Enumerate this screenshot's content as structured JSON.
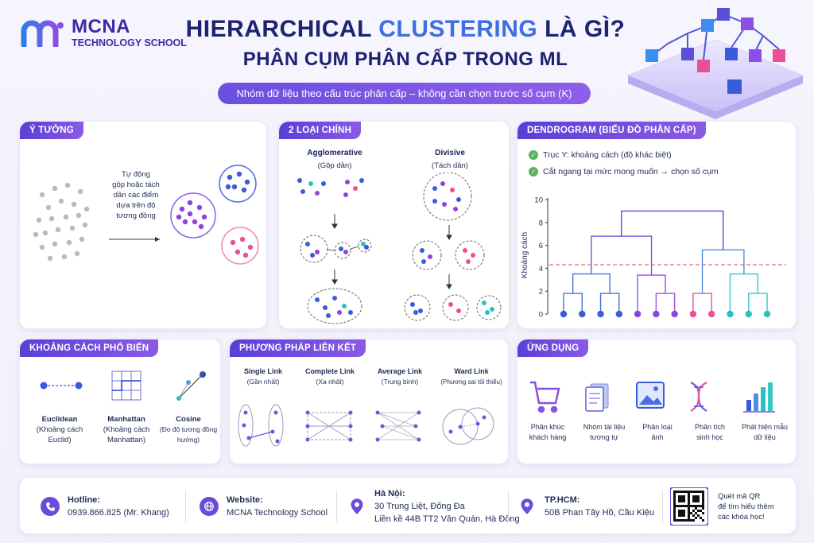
{
  "brand": {
    "name": "MCNA",
    "sub": "TECHNOLOGY SCHOOL"
  },
  "header": {
    "title_part1": "HIERARCHICAL ",
    "title_part2": "CLUSTERING ",
    "title_part3": "LÀ GÌ?",
    "subtitle": "PHÂN CỤM PHÂN CẤP TRONG ML",
    "tagline": "Nhóm dữ liệu theo cấu trúc phân cấp – không cần chọn trước số cụm (K)"
  },
  "idea": {
    "tag": "Ý TƯỞNG",
    "description": [
      "Tự động",
      "gộp hoặc tách",
      "dần các điểm",
      "dựa trên độ",
      "tương đồng"
    ]
  },
  "types": {
    "tag": "2 LOẠI CHÍNH",
    "agglo_title": "Agglomerative",
    "agglo_sub": "(Gộp dần)",
    "div_title": "Divisive",
    "div_sub": "(Tách dần)"
  },
  "dendrogram": {
    "tag": "DENDROGRAM (BIỂU ĐỒ PHÂN CẤP)",
    "bullet1": "Trục Y: khoảng cách (độ khác biệt)",
    "bullet2": "Cắt ngang tại mức mong muốn → chọn số cụm",
    "ylabel": "Khoảng cách",
    "yticks": [
      "10",
      "8",
      "6",
      "4",
      "2",
      "0"
    ]
  },
  "chart_data": {
    "type": "dendrogram",
    "ylabel": "Khoảng cách",
    "ylim": [
      0,
      10
    ],
    "yticks": [
      0,
      2,
      4,
      6,
      8,
      10
    ],
    "cut_height": 4.3,
    "leaves": [
      {
        "color": "#3b5bdb"
      },
      {
        "color": "#3b5bdb"
      },
      {
        "color": "#3b5bdb"
      },
      {
        "color": "#3b5bdb"
      },
      {
        "color": "#8e44d9"
      },
      {
        "color": "#8e44d9"
      },
      {
        "color": "#8e44d9"
      },
      {
        "color": "#ec4f97"
      },
      {
        "color": "#ec4f97"
      },
      {
        "color": "#2bbfbf"
      },
      {
        "color": "#2bbfbf"
      },
      {
        "color": "#2bbfbf"
      }
    ],
    "merges": [
      {
        "a": 0,
        "b": 1,
        "h": 1.8,
        "color": "#4c6fe0"
      },
      {
        "a": 2,
        "b": 3,
        "h": 1.8,
        "color": "#4c6fe0"
      },
      {
        "a": 12,
        "b": 13,
        "h": 3.5,
        "color": "#4c6fe0"
      },
      {
        "a": 5,
        "b": 6,
        "h": 1.8,
        "color": "#9a52e0"
      },
      {
        "a": 4,
        "b": 15,
        "h": 3.4,
        "color": "#9a52e0"
      },
      {
        "a": 14,
        "b": 16,
        "h": 6.8,
        "color": "#6a59dd"
      },
      {
        "a": 10,
        "b": 11,
        "h": 1.8,
        "color": "#38c5c5"
      },
      {
        "a": 9,
        "b": 18,
        "h": 3.5,
        "color": "#38c5c5"
      },
      {
        "a": 7,
        "b": 8,
        "h": 1.8,
        "color": "#ec4f97"
      },
      {
        "a": 20,
        "b": 19,
        "h": 5.6,
        "color": "#4c8fe0"
      },
      {
        "a": 17,
        "b": 21,
        "h": 9.0,
        "color": "#5a4fd8"
      }
    ]
  },
  "distance": {
    "tag": "KHOẢNG CÁCH PHỔ BIẾN",
    "items": [
      {
        "title": "Euclidean",
        "sub1": "(Khoảng cách",
        "sub2": "Euclid)"
      },
      {
        "title": "Manhattan",
        "sub1": "(Khoảng cách",
        "sub2": "Manhattan)"
      },
      {
        "title": "Cosine",
        "sub1": "(Đo độ tương đồng",
        "sub2": "hướng)"
      }
    ]
  },
  "linkage": {
    "tag": "PHƯƠNG PHÁP LIÊN KẾT",
    "items": [
      {
        "title": "Single Link",
        "sub": "(Gần nhất)"
      },
      {
        "title": "Complete Link",
        "sub": "(Xa nhất)"
      },
      {
        "title": "Average Link",
        "sub": "(Trung bình)"
      },
      {
        "title": "Ward Link",
        "sub": "(Phương sai tối thiểu)"
      }
    ]
  },
  "applications": {
    "tag": "ỨNG DỤNG",
    "items": [
      {
        "l1": "Phân khúc",
        "l2": "khách hàng",
        "icon": "cart-icon"
      },
      {
        "l1": "Nhóm tài liệu",
        "l2": "tương tự",
        "icon": "document-icon"
      },
      {
        "l1": "Phân loại",
        "l2": "ảnh",
        "icon": "image-icon"
      },
      {
        "l1": "Phân tích",
        "l2": "sinh học",
        "icon": "dna-icon"
      },
      {
        "l1": "Phát hiện mẫu",
        "l2": "dữ liệu",
        "icon": "bar-chart-icon"
      }
    ]
  },
  "footer": {
    "hotline_label": "Hotline:",
    "hotline_value": "0939.866.825 (Mr. Khang)",
    "website_label": "Website:",
    "website_value": "MCNA Technology School",
    "hanoi_label": "Hà Nội:",
    "hanoi_line1": "30 Trung Liệt, Đống Đa",
    "hanoi_line2": "Liền kề 44B TT2 Văn Quán, Hà Đông",
    "hcm_label": "TP.HCM:",
    "hcm_line1": "50B Phan Tây Hồ, Cầu Kiệu",
    "qr_line1": "Quét mã QR",
    "qr_line2": "để tìm hiểu thêm",
    "qr_line3": "các khóa học!"
  }
}
